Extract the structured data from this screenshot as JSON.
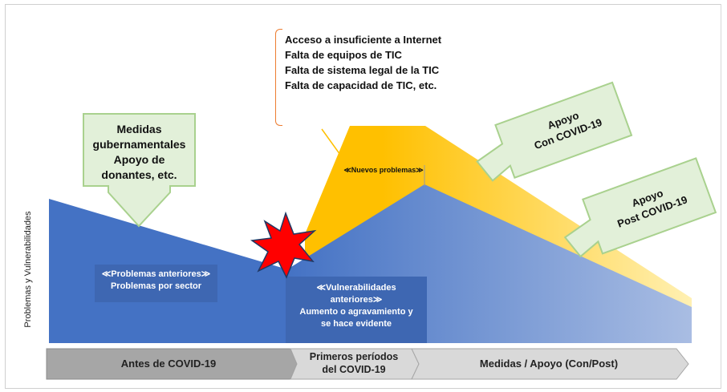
{
  "y_axis_label": "Problemas y Vulnerabilidades",
  "top_annotation": {
    "lines": [
      "Acceso a insuficiente a Internet",
      "Falta de equipos de TIC",
      "Falta de sistema legal de la TIC",
      "Falta de capacidad de TIC, etc."
    ],
    "bracket_color": "#ed7d31"
  },
  "callouts": {
    "government": [
      "Medidas",
      "gubernamentales",
      "Apoyo de",
      "donantes, etc."
    ],
    "support_con": [
      "Apoyo",
      "Con COVID-19"
    ],
    "support_post": [
      "Apoyo",
      "Post COVID-19"
    ]
  },
  "new_problems_label": "≪Nuevos problemas≫",
  "previous_problems": [
    "≪Problemas anteriores≫",
    "Problemas por sector"
  ],
  "previous_vulnerabilities": [
    "≪Vulnerabilidades",
    "anteriores≫",
    "Aumento o agravamiento y",
    "se hace evidente"
  ],
  "timeline": {
    "phases": [
      {
        "label": "Antes de COVID-19"
      },
      {
        "label": "Primeros períodos del COVID-19"
      },
      {
        "label": "Medidas / Apoyo (Con/Post)"
      }
    ]
  },
  "colors": {
    "blue": "#4472c4",
    "orange": "#ffc000",
    "callout_fill": "#e2f0d9",
    "callout_border": "#a9d18e",
    "burst_fill": "#ff0000",
    "burst_border": "#1f3864",
    "timeline_gray": "#a6a6a6"
  }
}
